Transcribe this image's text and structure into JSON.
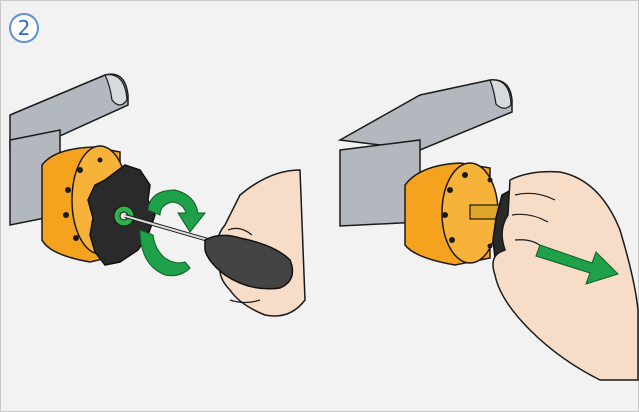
{
  "step": {
    "number": "2"
  },
  "colors": {
    "background": "#f2f2f2",
    "pipe": "#b3b8be",
    "pipe_outline": "#1a1a1a",
    "body": "#f5a21f",
    "knob": "#2a2a2a",
    "seal": "#2db34a",
    "arrow": "#1fa14a",
    "skin": "#f7dcc8",
    "handle": "#444444"
  },
  "panels": [
    {
      "action": "rotate",
      "tool": "screwdriver-icon"
    },
    {
      "action": "pull",
      "tool": "hand-icon"
    }
  ]
}
